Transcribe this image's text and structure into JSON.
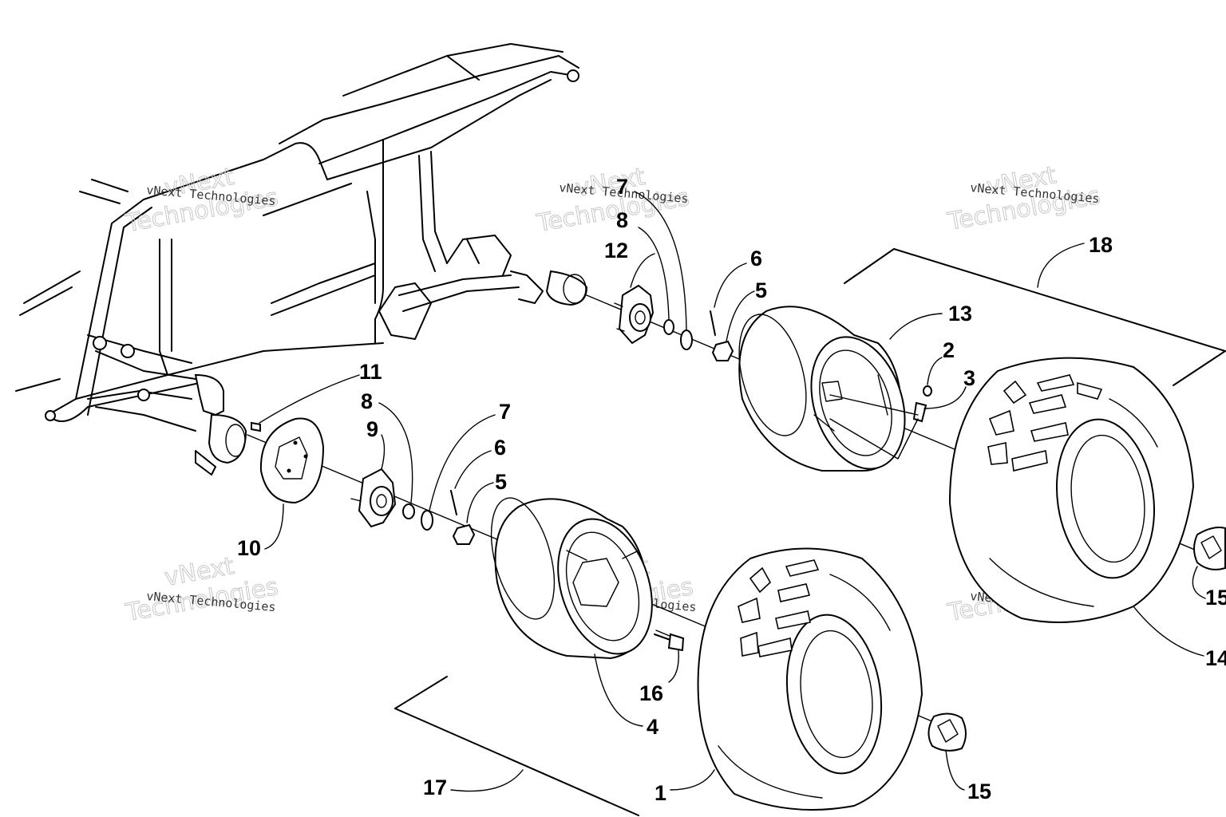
{
  "diagram": {
    "callouts": [
      {
        "id": "c1",
        "label": "1"
      },
      {
        "id": "c2",
        "label": "2"
      },
      {
        "id": "c3",
        "label": "3"
      },
      {
        "id": "c4",
        "label": "4"
      },
      {
        "id": "c5a",
        "label": "5"
      },
      {
        "id": "c5b",
        "label": "5"
      },
      {
        "id": "c6a",
        "label": "6"
      },
      {
        "id": "c6b",
        "label": "6"
      },
      {
        "id": "c7a",
        "label": "7"
      },
      {
        "id": "c7b",
        "label": "7"
      },
      {
        "id": "c8a",
        "label": "8"
      },
      {
        "id": "c8b",
        "label": "8"
      },
      {
        "id": "c9",
        "label": "9"
      },
      {
        "id": "c10",
        "label": "10"
      },
      {
        "id": "c11",
        "label": "11"
      },
      {
        "id": "c12",
        "label": "12"
      },
      {
        "id": "c13",
        "label": "13"
      },
      {
        "id": "c14",
        "label": "14"
      },
      {
        "id": "c15a",
        "label": "15"
      },
      {
        "id": "c15b",
        "label": "15"
      },
      {
        "id": "c16",
        "label": "16"
      },
      {
        "id": "c17",
        "label": "17"
      },
      {
        "id": "c18",
        "label": "18"
      }
    ],
    "watermark": {
      "small": "vNext Technologies",
      "big1": "vNext",
      "big2": "Technologies"
    }
  }
}
